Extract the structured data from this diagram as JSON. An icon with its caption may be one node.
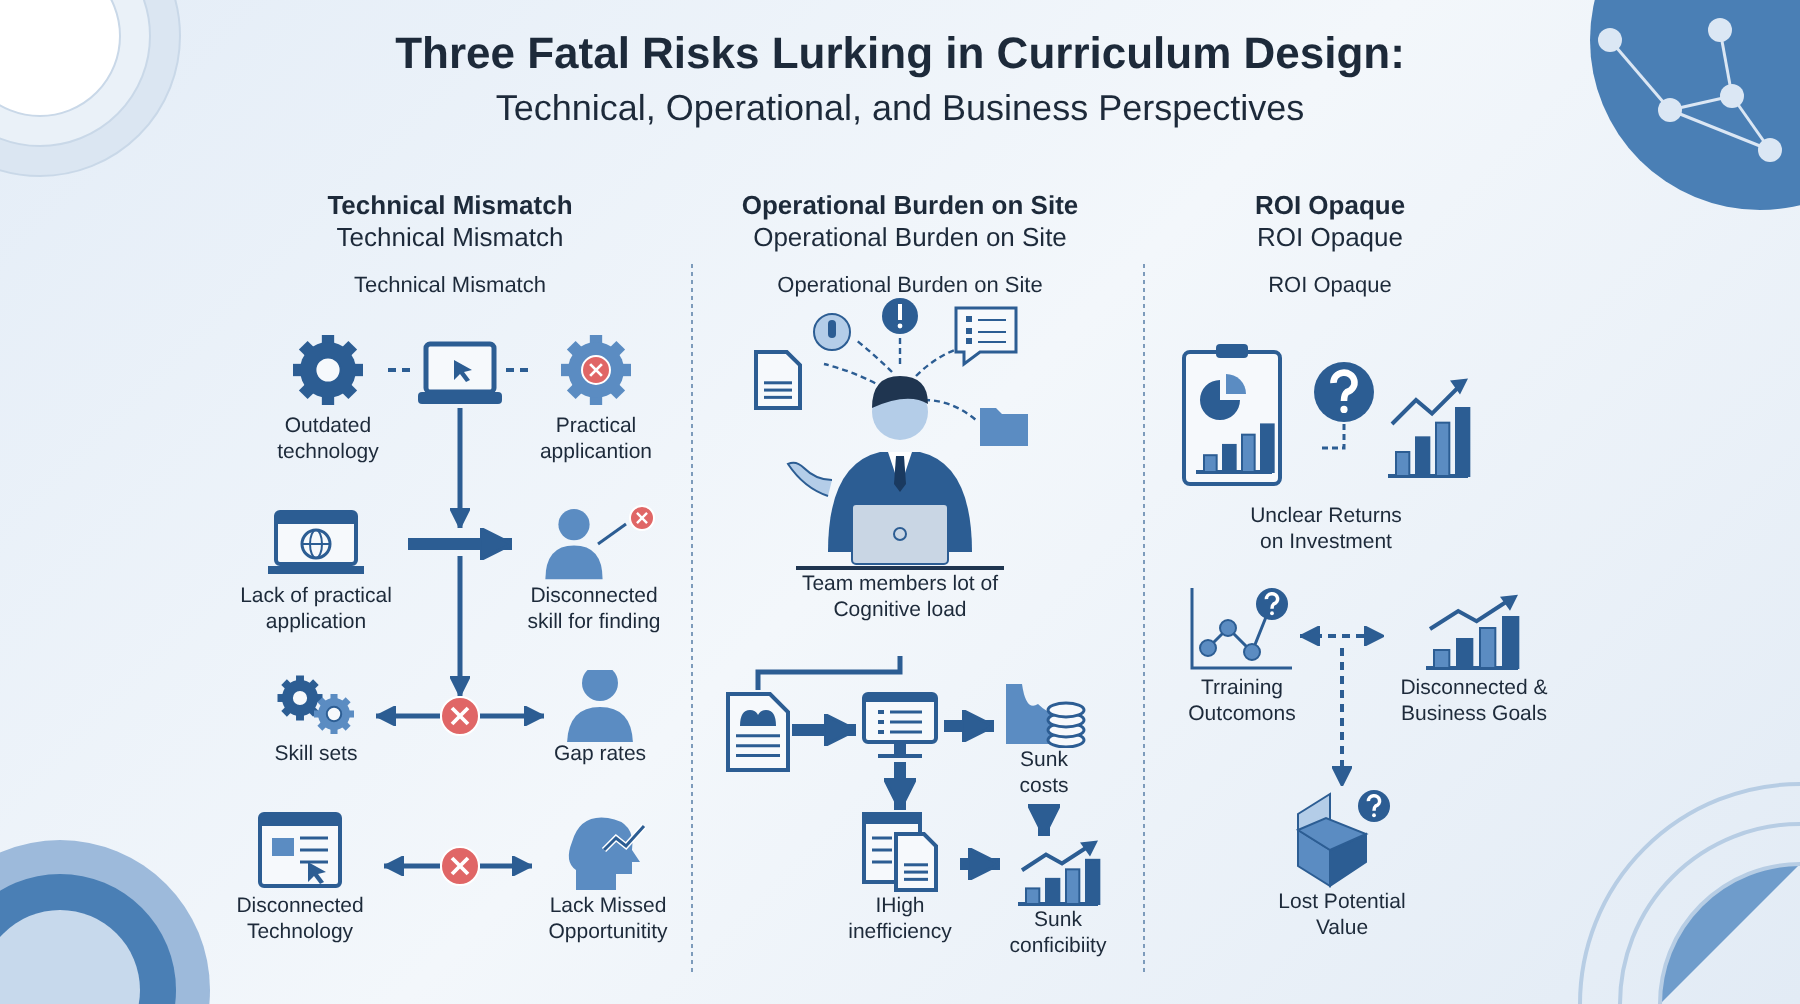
{
  "diagram": {
    "title": "Three Fatal Risks Lurking in Curriculum Design:",
    "nodes": [
      {
        "text": [
          "Outdated technology"
        ]
      },
      {
        "text": [],
        "shape": "picture"
      },
      {
        "text": [
          "Practical applicantion"
        ]
      },
      {
        "text": [
          "Lack of practical application"
        ]
      },
      {
        "text": [
          "Disconnected skill for finding"
        ]
      },
      {
        "text": [
          "Skill sets"
        ]
      },
      {
        "text": [
          "Gap rates"
        ]
      },
      {
        "text": [
          "Disconnected Technology"
        ]
      },
      {
        "text": [
          "Lack Missed Opportunitity"
        ]
      },
      {
        "text": [],
        "shape": "circle"
      },
      {
        "text": [],
        "shape": "circle"
      },
      {
        "text": [
          "Team members lot of Cognitive load"
        ]
      },
      {
        "text": [],
        "shape": "picture"
      },
      {
        "text": [],
        "shape": "picture"
      },
      {
        "text": [
          "Sunk costs"
        ]
      },
      {
        "text": [
          "IHigh inefficiency"
        ]
      },
      {
        "text": [
          "Sunk conficibiity"
        ]
      },
      {
        "text": [
          "Unclear Returns on Investment"
        ]
      },
      {
        "text": [
          "Trraining Outcomons"
        ]
      },
      {
        "text": [
          "Disconnected & Business Goals"
        ]
      },
      {
        "text": [
          "Lost Potential Value"
        ]
      }
    ],
    "edges": [
      {
        "from": 0,
        "to": 1,
        "arrow": "none",
        "style": "dashed"
      },
      {
        "from": 1,
        "to": 2,
        "arrow": "none",
        "style": "dashed"
      },
      {
        "from": 3,
        "to": 4,
        "arrow": "to",
        "style": "thick"
      },
      {
        "from": 1,
        "to": null,
        "arrow": "to"
      },
      {
        "from": null,
        "to": 9,
        "arrow": "to"
      },
      {
        "from": 9,
        "to": 5,
        "arrow": "to"
      },
      {
        "from": 9,
        "to": 6,
        "arrow": "to"
      },
      {
        "from": 10,
        "to": 7,
        "arrow": "to"
      },
      {
        "from": 10,
        "to": 8,
        "arrow": "to"
      },
      {
        "from": 11,
        "to": 12,
        "arrow": "none"
      },
      {
        "from": 12,
        "to": 13,
        "arrow": "to",
        "style": "thick"
      },
      {
        "from": 13,
        "to": 14,
        "arrow": "to",
        "style": "thick"
      },
      {
        "from": 13,
        "to": 15,
        "arrow": "to",
        "style": "thick"
      },
      {
        "from": 15,
        "to": 16,
        "arrow": "to",
        "style": "thick"
      },
      {
        "from": 14,
        "to": 16,
        "arrow": "to",
        "style": "thick"
      },
      {
        "from": 18,
        "to": 19,
        "arrow": "both",
        "style": "dashed"
      },
      {
        "from": null,
        "to": 20,
        "arrow": "to",
        "style": "dashed"
      }
    ],
    "labels": [
      "Technical, Operational, and Business Perspectives",
      "Technical Mismatch",
      "Operational Burden on Site",
      "ROI Opaque",
      "Technical Mismatch",
      "Operational Burden on Site",
      "ROI Opaque",
      "Technical Mismatch",
      "Operational Burden on Site",
      "ROI Opaque"
    ]
  }
}
